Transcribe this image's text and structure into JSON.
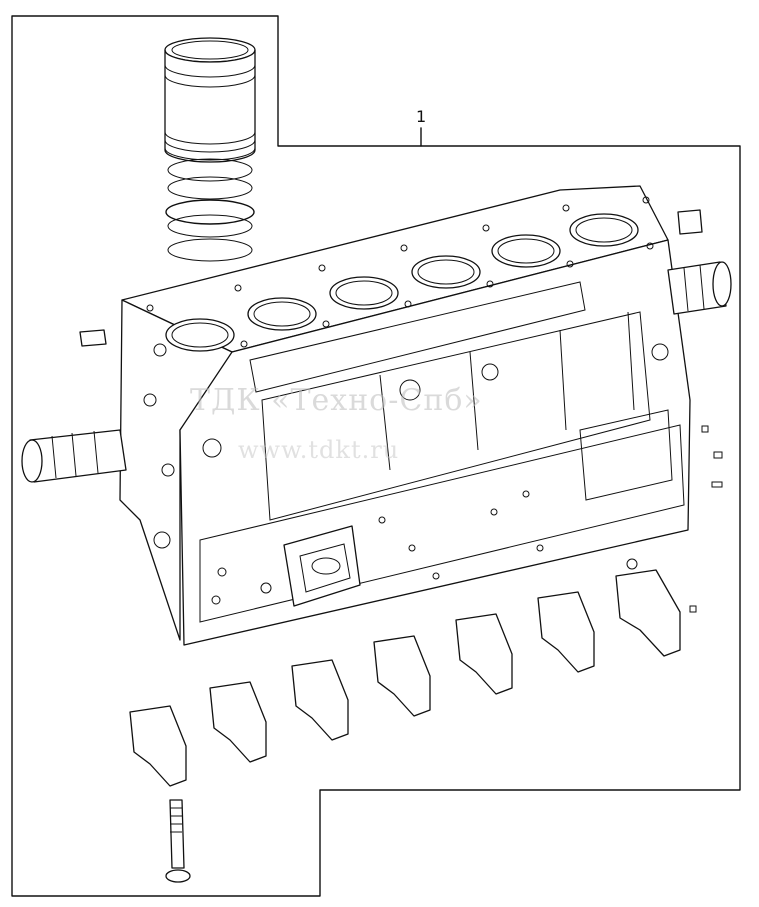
{
  "diagram": {
    "callout_number": "1",
    "watermark_line1": "ТДК «Техно-Спб»",
    "watermark_line2": "www.tdkt.ru"
  },
  "colors": {
    "line": "#111111",
    "background": "#ffffff",
    "watermark": "#bdbdbd"
  }
}
